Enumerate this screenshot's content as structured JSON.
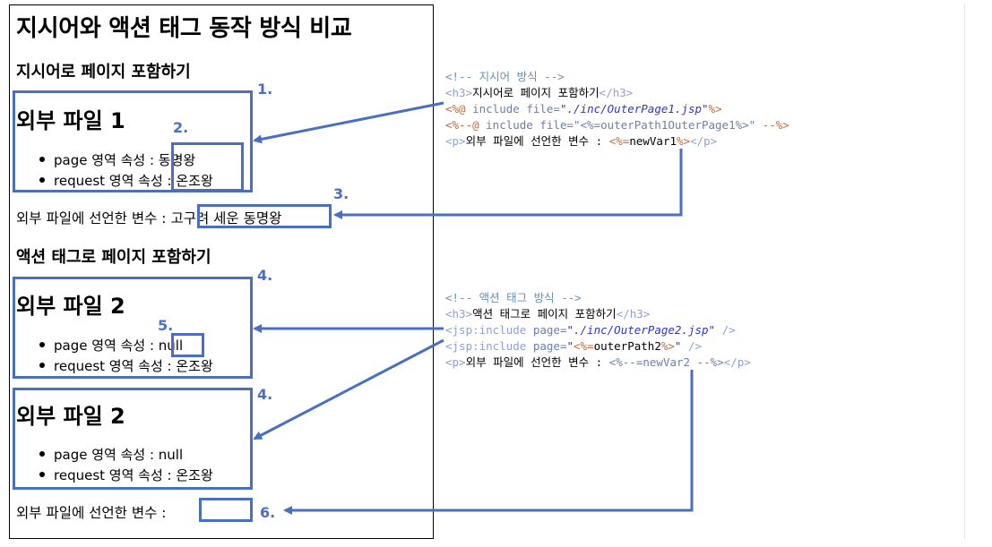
{
  "left": {
    "title": "지시어와 액션 태그 동작 방식 비교",
    "section1_heading": "지시어로 페이지 포함하기",
    "file1_title": "외부 파일 1",
    "file1_items": [
      "page 영역 속성 : 동명왕",
      "request 영역 속성 : 온조왕"
    ],
    "var1_line": "외부 파일에 선언한 변수 : 고구려 세운 동명왕",
    "section2_heading": "액션 태그로 페이지 포함하기",
    "file2a_title": "외부 파일 2",
    "file2a_items": [
      "page 영역 속성 : null",
      "request 영역 속성 : 온조왕"
    ],
    "file2b_title": "외부 파일 2",
    "file2b_items": [
      "page 영역 속성 : null",
      "request 영역 속성 : 온조왕"
    ],
    "var2_line": "외부 파일에 선언한 변수 :"
  },
  "annotations": [
    "1.",
    "2.",
    "3.",
    "4.",
    "5.",
    "4.",
    "6."
  ],
  "code_block1": [
    [
      [
        "c-com",
        "<!-- 지시어 방식 -->"
      ]
    ],
    [
      [
        "c-tag",
        "<h3>"
      ],
      [
        "c-txt",
        "지시어로 페이지 포함하기"
      ],
      [
        "c-tag",
        "</h3>"
      ]
    ],
    [
      [
        "c-dir",
        "<%@ "
      ],
      [
        "c-kw",
        "include "
      ],
      [
        "c-kw",
        "file="
      ],
      [
        "c-str",
        "\"./inc/OuterPage1.jsp\""
      ],
      [
        "c-dir",
        "%>"
      ]
    ],
    [
      [
        "c-dir",
        "<%--@ "
      ],
      [
        "c-kw",
        "include file=\"<%=outerPath1OuterPage1%>\" "
      ],
      [
        "c-dir",
        "--%>"
      ]
    ],
    [
      [
        "c-tag",
        "<p>"
      ],
      [
        "c-txt",
        "외부 파일에 선언한 변수 : "
      ],
      [
        "c-dir",
        "<%="
      ],
      [
        "c-txt",
        "newVar1"
      ],
      [
        "c-dir",
        "%>"
      ],
      [
        "c-tag",
        "</p>"
      ]
    ]
  ],
  "code_block2": [
    [
      [
        "c-com",
        "<!-- 액션 태그 방식 -->"
      ]
    ],
    [
      [
        "c-tag",
        "<h3>"
      ],
      [
        "c-txt",
        "액션 태그로 페이지 포함하기"
      ],
      [
        "c-tag",
        "</h3>"
      ]
    ],
    [
      [
        "c-tag",
        "<jsp:include "
      ],
      [
        "c-kw",
        "page="
      ],
      [
        "c-str",
        "\"./inc/OuterPage2.jsp\""
      ],
      [
        "c-tag",
        " />"
      ]
    ],
    [
      [
        "c-tag",
        "<jsp:include "
      ],
      [
        "c-kw",
        "page="
      ],
      [
        "c-q",
        "\""
      ],
      [
        "c-dir",
        "<%="
      ],
      [
        "c-txt",
        "outerPath2"
      ],
      [
        "c-dir",
        "%>"
      ],
      [
        "c-q",
        "\""
      ],
      [
        "c-tag",
        " />"
      ]
    ],
    [
      [
        "c-tag",
        "<p>"
      ],
      [
        "c-txt",
        "외부 파일에 선언한 변수 : "
      ],
      [
        "c-kw",
        "<%--=newVar2 --%>"
      ],
      [
        "c-tag",
        "</p>"
      ]
    ]
  ],
  "colors": {
    "annotation": "#4a6fc1"
  }
}
